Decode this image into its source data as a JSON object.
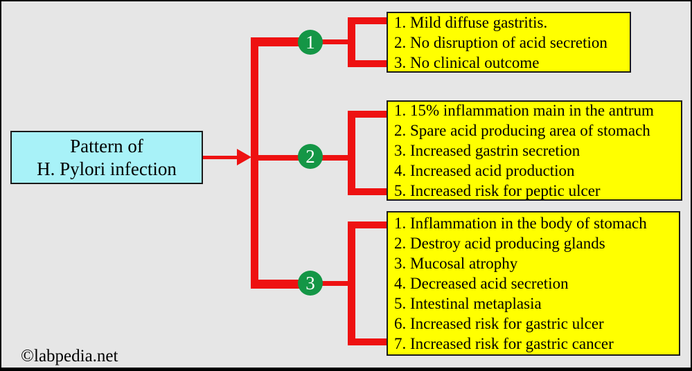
{
  "diagram": {
    "root": {
      "line1": "Pattern of",
      "line2": "H. Pylori infection"
    },
    "branches": [
      {
        "number": "1",
        "items": [
          "1. Mild diffuse gastritis.",
          "2. No disruption of acid secretion",
          "3. No clinical outcome"
        ]
      },
      {
        "number": "2",
        "items": [
          "1. 15% inflammation main in the antrum",
          "2. Spare acid producing area of stomach",
          "3. Increased gastrin secretion",
          "4. Increased acid production",
          "5. Increased risk for peptic ulcer"
        ]
      },
      {
        "number": "3",
        "items": [
          "1. Inflammation in the body of stomach",
          "2. Destroy acid producing glands",
          "3. Mucosal atrophy",
          "4. Decreased acid secretion",
          "5. Intestinal metaplasia",
          "6. Increased risk for gastric ulcer",
          "7. Increased risk for gastric cancer"
        ]
      }
    ],
    "watermark": "©labpedia.net",
    "colors": {
      "background": "#e6e6e6",
      "connector_red": "#ee1111",
      "root_fill": "#a8f2f8",
      "branch_box_fill": "#ffff00",
      "badge_fill": "#149646",
      "badge_text": "#ffffff",
      "text": "#000000"
    }
  }
}
